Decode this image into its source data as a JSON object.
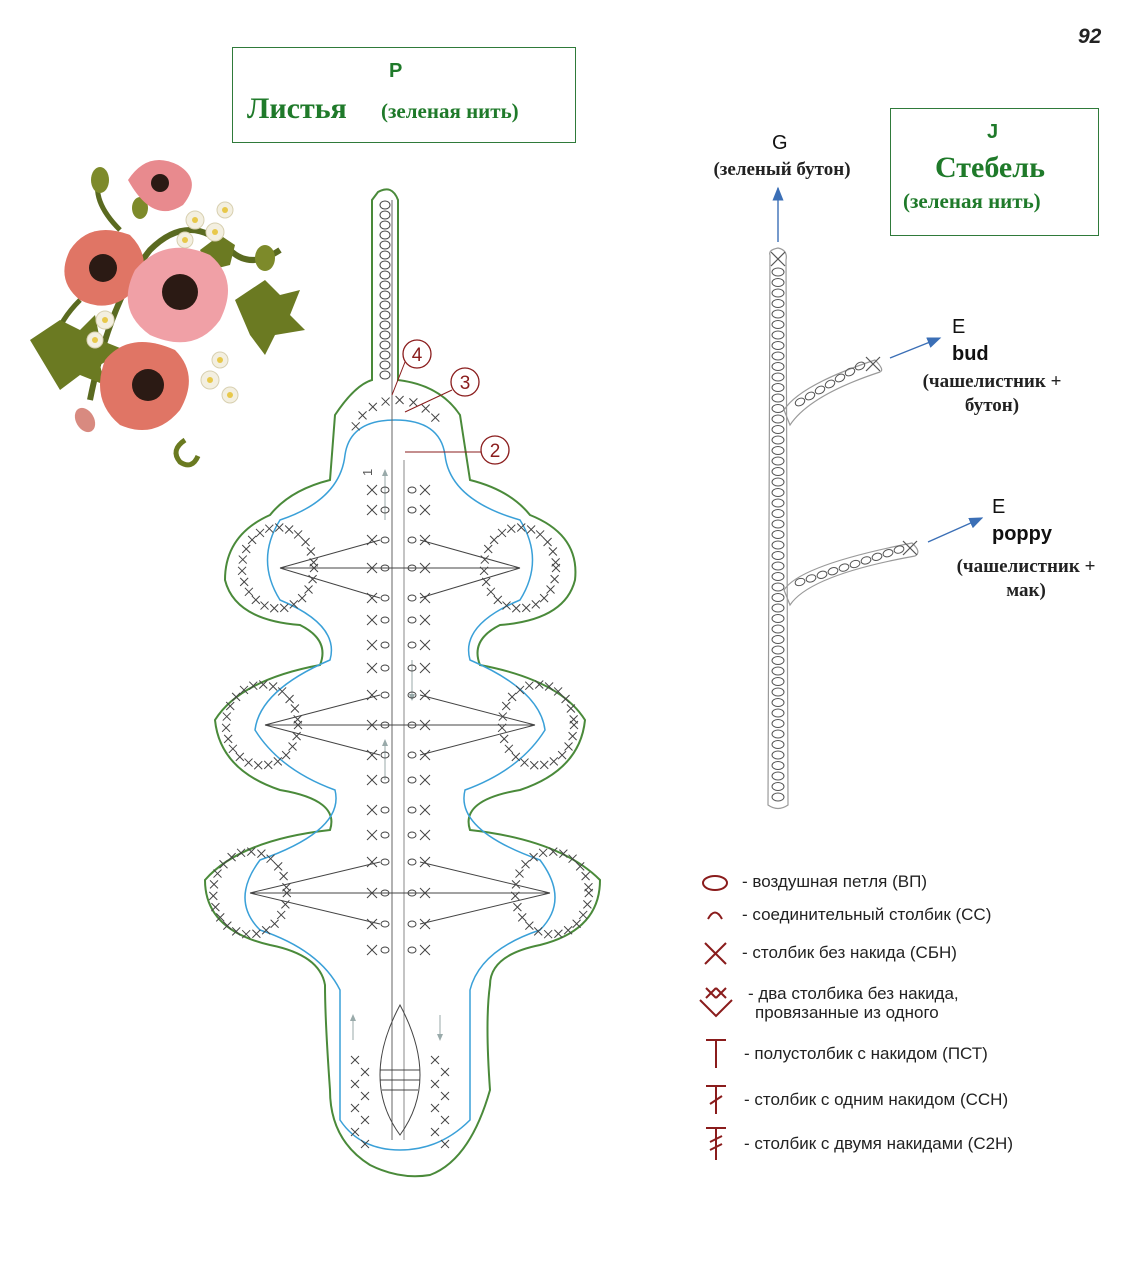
{
  "page_number": "92",
  "leaves_box": {
    "letter": "P",
    "title": "Листья",
    "subtitle": "(зеленая нить)"
  },
  "stem_box": {
    "letter": "J",
    "title": "Стебель",
    "subtitle": "(зеленая нить)"
  },
  "stem_targets": {
    "top": {
      "letter": "G",
      "caption": "(зеленый бутон)"
    },
    "middle": {
      "letter": "E",
      "name": "bud",
      "caption_line1": "(чашелистник +",
      "caption_line2": "бутон)"
    },
    "lower": {
      "letter": "E",
      "name": "poppy",
      "caption_line1": "(чашелистник +",
      "caption_line2": "мак)"
    }
  },
  "leaf_markers": [
    "4",
    "3",
    "2",
    "1"
  ],
  "legend": [
    {
      "symbol": "chain-stitch-icon",
      "text": "- воздушная петля (ВП)"
    },
    {
      "symbol": "slip-stitch-icon",
      "text": "- соединительный столбик (СС)"
    },
    {
      "symbol": "single-crochet-icon",
      "text": "- столбик без накида (СБН)"
    },
    {
      "symbol": "single-crochet-increase-icon",
      "text_line1": "- два столбика без накида,",
      "text_line2": "провязанные из одного"
    },
    {
      "symbol": "half-double-crochet-icon",
      "text": "- полустолбик с накидом (ПСТ)"
    },
    {
      "symbol": "double-crochet-icon",
      "text": "- столбик с одним накидом (ССН)"
    },
    {
      "symbol": "treble-crochet-icon",
      "text": "- столбик с двумя накидами (С2Н)"
    }
  ],
  "colors": {
    "green": "#1f7a2a",
    "outline_green": "#4a8a3a",
    "blue_path": "#3aa0d8",
    "stitch": "#333333",
    "arrow": "#3b6fb6",
    "legend_symbol": "#8a1c1c"
  }
}
